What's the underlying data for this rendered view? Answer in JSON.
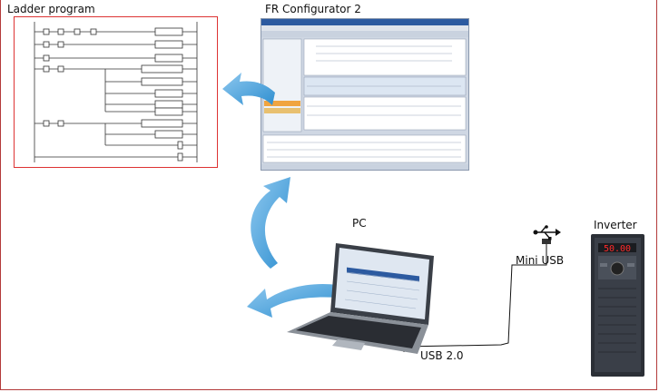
{
  "labels": {
    "ladder_title": "Ladder program",
    "fr_title": "FR  Configurator 2",
    "pc": "PC",
    "inverter": "Inverter",
    "mini_usb": "Mini USB",
    "usb": "USB 2.0"
  },
  "inverter_display": "50.00",
  "colors": {
    "frame": "#b33a3a",
    "ladder_border": "#dd3333",
    "arrow": "#2f8fd0",
    "inverter_body": "#2b2f36",
    "display": "#ff2a2a"
  }
}
